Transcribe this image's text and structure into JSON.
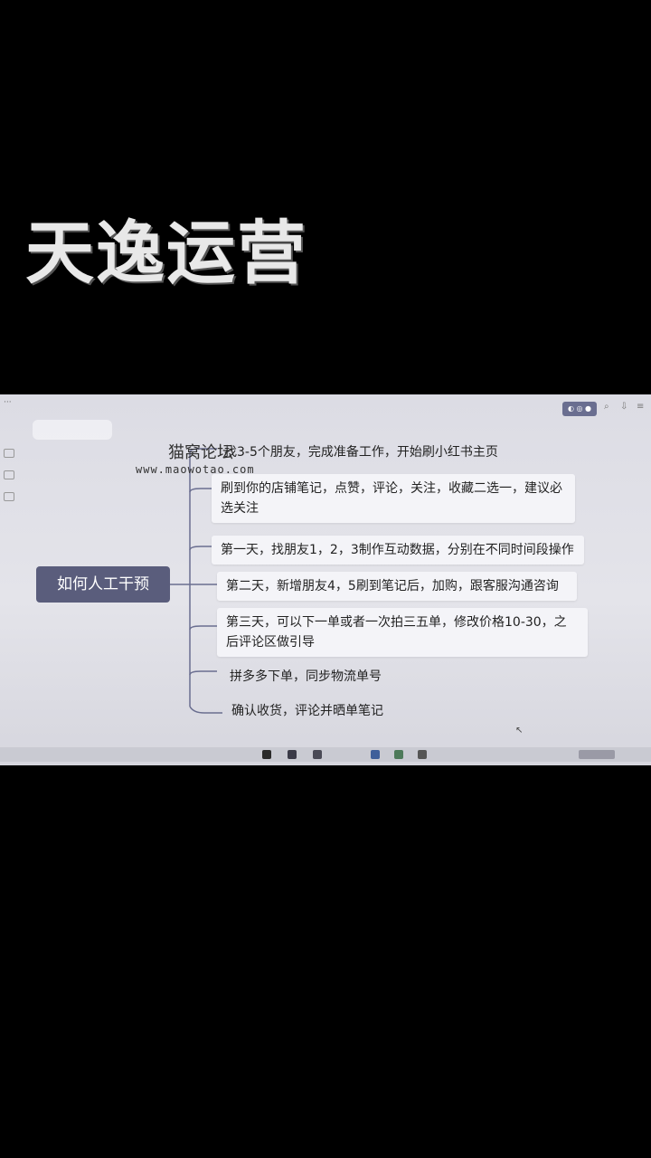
{
  "overlay": {
    "title": "天逸运营"
  },
  "window": {
    "top_button_label": "◐ ◎ ●",
    "top_icons": [
      "⌕",
      "⇩",
      "≡"
    ]
  },
  "watermark": {
    "brand": "猫窝论坛",
    "url": "www.maowotao.com"
  },
  "mindmap": {
    "root": "如何人工干预",
    "branches": [
      "找3-5个朋友，完成准备工作，开始刷小红书主页",
      "刷到你的店铺笔记，点赞，评论，关注，收藏二选一，建议必选关注",
      "第一天，找朋友1，2，3制作互动数据，分别在不同时间段操作",
      "第二天，新增朋友4，5刷到笔记后，加购，跟客服沟通咨询",
      "第三天，可以下一单或者一次拍三五单，修改价格10-30，之后评论区做引导",
      "拼多多下单，同步物流单号",
      "确认收货，评论并晒单笔记"
    ]
  },
  "colors": {
    "root_bg": "#5a5d7c",
    "branch_bg": "#f4f4f8",
    "connector": "#6a6e90"
  }
}
